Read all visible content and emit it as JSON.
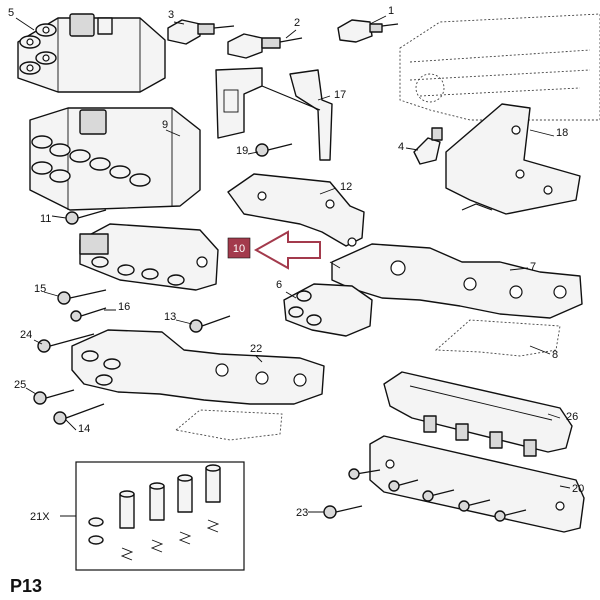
{
  "diagram": {
    "sheet_label": "P13",
    "highlight_color": "#a33a4c",
    "callouts": {
      "c1": "1",
      "c2": "2",
      "c3": "3",
      "c4": "4",
      "c5": "5",
      "c6": "6",
      "c7": "7",
      "c8": "8",
      "c9": "9",
      "c10": "10",
      "c11": "11",
      "c12": "12",
      "c13": "13",
      "c14": "14",
      "c15": "15",
      "c16": "16",
      "c17": "17",
      "c18": "18",
      "c19": "19",
      "c20": "20",
      "c21x": "21X",
      "c22": "22",
      "c23": "23",
      "c24": "24",
      "c25": "25",
      "c26": "26"
    }
  }
}
